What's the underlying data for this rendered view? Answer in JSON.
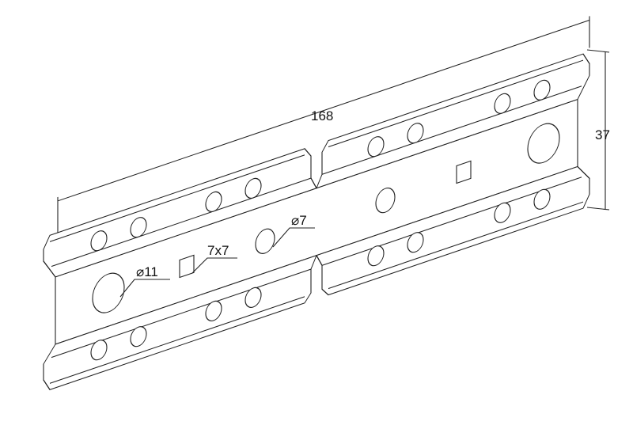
{
  "drawing": {
    "length_dimension": "168",
    "height_dimension": "37",
    "large_hole_label": "⌀11",
    "square_hole_label": "7x7",
    "small_hole_label": "⌀7"
  },
  "colors": {
    "line": "#222222",
    "background": "#ffffff"
  }
}
